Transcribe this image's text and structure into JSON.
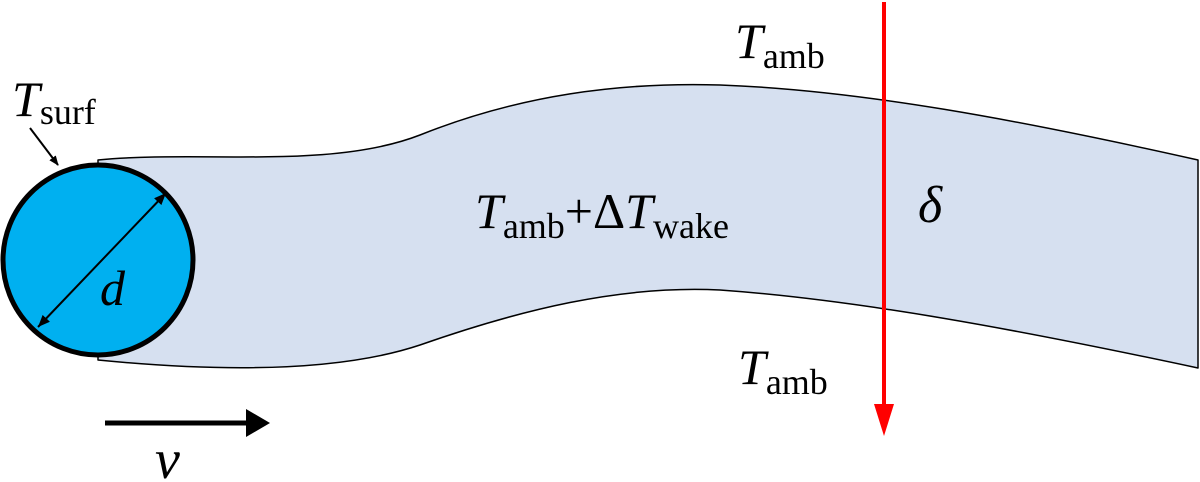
{
  "labels": {
    "surface_temp": {
      "symbol": "T",
      "subscript": "surf"
    },
    "diameter": "d",
    "velocity": "v",
    "ambient_top": {
      "symbol": "T",
      "subscript": "amb"
    },
    "ambient_bottom": {
      "symbol": "T",
      "subscript": "amb"
    },
    "wake_temp": {
      "symbol": "T",
      "subscript": "amb",
      "plus": "+",
      "delta": "Δ",
      "symbol2": "T",
      "subscript2": "wake"
    },
    "thickness": "δ"
  },
  "colors": {
    "cylinder_fill": "#00B0F0",
    "wake_fill": "#D6E0F0",
    "outline": "#000000",
    "thickness_arrow": "#FF0000"
  }
}
